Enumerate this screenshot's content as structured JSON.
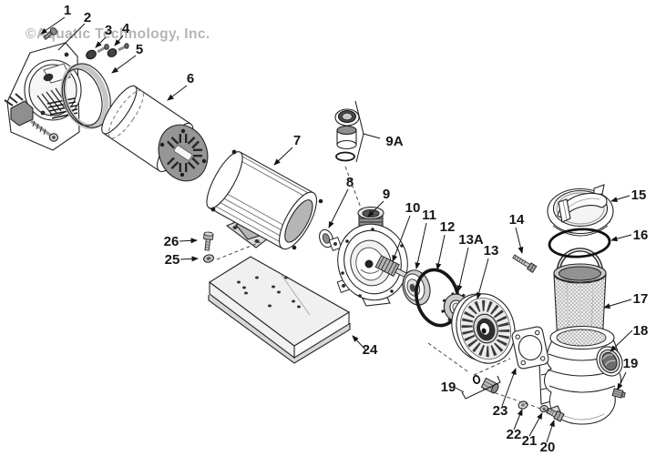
{
  "watermark": {
    "text": "©Aquatic Technology, Inc.",
    "color": "#b4b4b4"
  },
  "diagram": {
    "type": "exploded-parts-diagram",
    "colors": {
      "line": "#242424",
      "shade_light": "#ececec",
      "shade_mid": "#c9c9c9",
      "shade_dark": "#8f8f8f",
      "label_text": "#161616"
    }
  },
  "labels": [
    {
      "text": "1"
    },
    {
      "text": "2"
    },
    {
      "text": "3"
    },
    {
      "text": "4"
    },
    {
      "text": "5"
    },
    {
      "text": "6"
    },
    {
      "text": "7"
    },
    {
      "text": "8"
    },
    {
      "text": "9"
    },
    {
      "text": "9A"
    },
    {
      "text": "10"
    },
    {
      "text": "11"
    },
    {
      "text": "12"
    },
    {
      "text": "13A"
    },
    {
      "text": "13"
    },
    {
      "text": "14"
    },
    {
      "text": "15"
    },
    {
      "text": "16"
    },
    {
      "text": "17"
    },
    {
      "text": "18"
    },
    {
      "text": "19"
    },
    {
      "text": "19"
    },
    {
      "text": "20"
    },
    {
      "text": "21"
    },
    {
      "text": "22"
    },
    {
      "text": "23"
    },
    {
      "text": "24"
    },
    {
      "text": "25"
    },
    {
      "text": "26"
    }
  ]
}
